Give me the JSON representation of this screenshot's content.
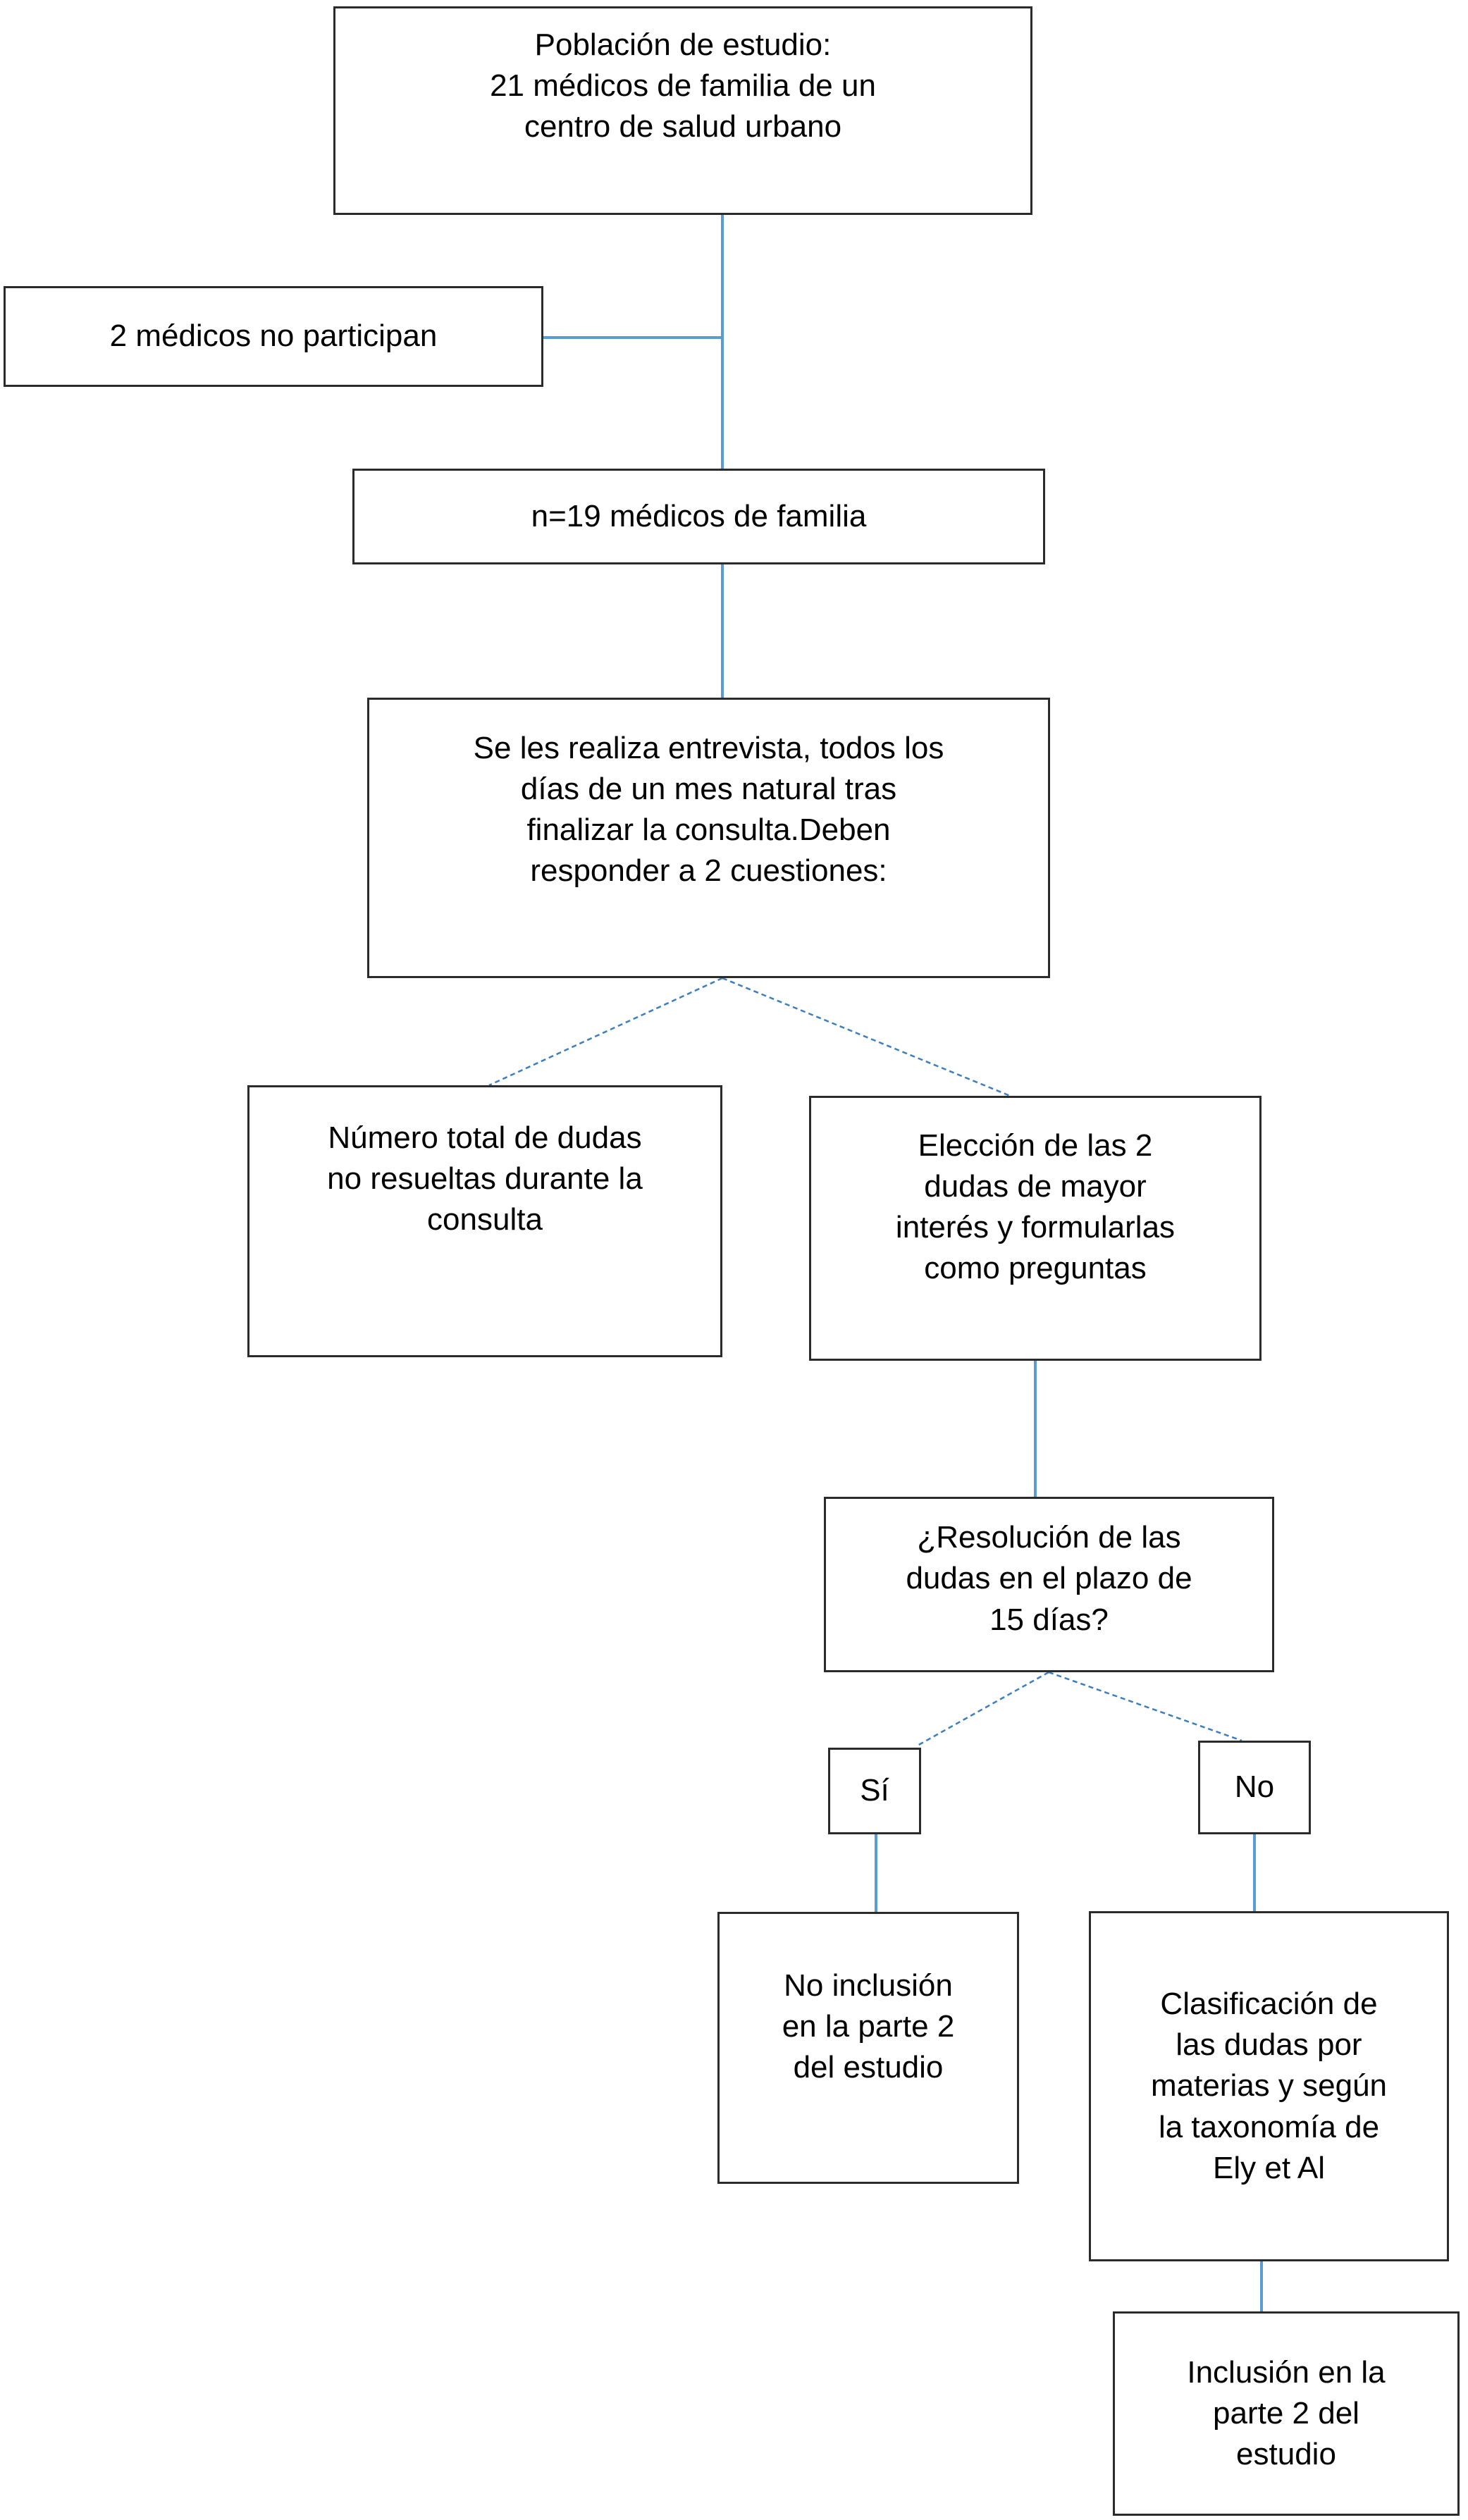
{
  "diagram": {
    "language": "es",
    "type": "study-flowchart"
  },
  "nodes": {
    "poblacion": {
      "text": "Población de estudio:\n21 médicos de familia de un\ncentro de salud urbano"
    },
    "no_participan": {
      "text": "2 médicos no participan"
    },
    "n19": {
      "text": "n=19 médicos de familia"
    },
    "entrevista": {
      "text": "Se les realiza entrevista, todos los\ndías de un mes natural tras\nfinalizar la consulta.Deben\nresponder a 2 cuestiones:"
    },
    "numero_dudas": {
      "text": "Número total de dudas\nno resueltas durante la\nconsulta"
    },
    "eleccion": {
      "text": "Elección de las 2\ndudas de mayor\ninterés y formularlas\ncomo preguntas"
    },
    "resolucion": {
      "text": "¿Resolución de las\ndudas en el plazo de\n15 días?"
    },
    "si": {
      "text": "Sí"
    },
    "no": {
      "text": "No"
    },
    "no_inclusion": {
      "text": "No inclusión\nen la parte 2\ndel estudio"
    },
    "clasificacion": {
      "text": "Clasificación de\nlas dudas por\nmaterias y según\nla taxonomía de\nEly et Al"
    },
    "inclusion": {
      "text": "Inclusión en la\nparte 2 del\nestudio"
    }
  },
  "colors": {
    "connector_solid": "#5b9bd5",
    "connector_dash": "#3d7ebf",
    "node_border": "#2b2b2b",
    "node_background": "#ffffff",
    "text": "#000000",
    "page_background": "#ffffff"
  }
}
